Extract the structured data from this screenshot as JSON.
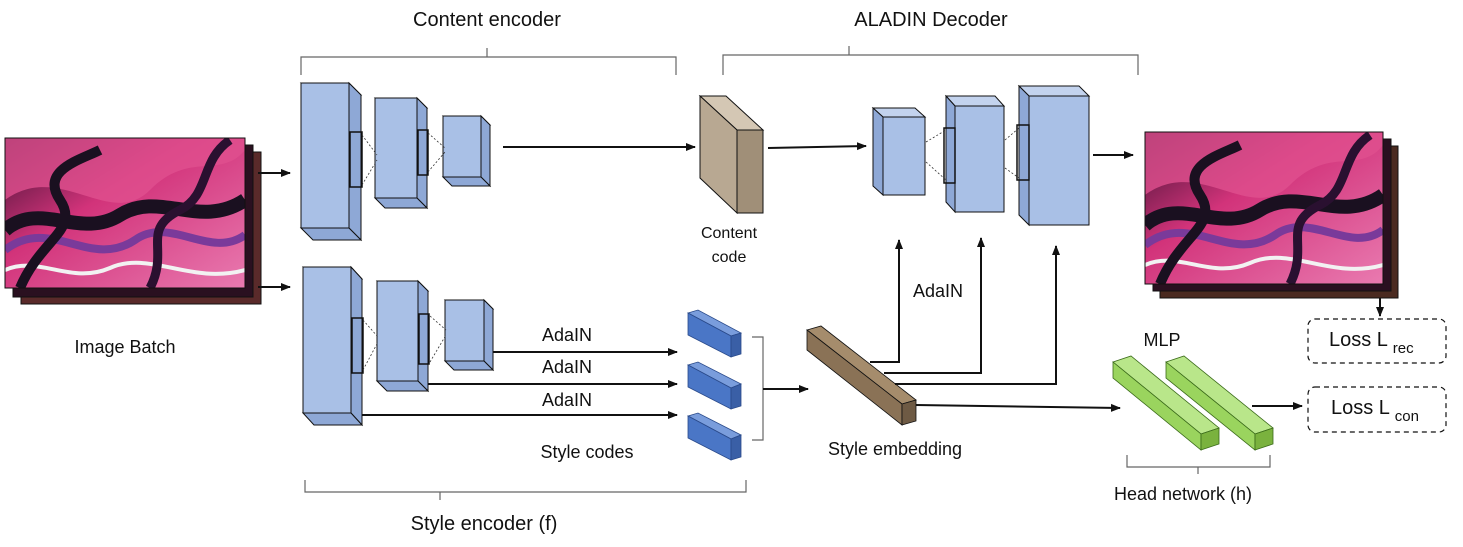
{
  "labels": {
    "content_encoder": "Content encoder",
    "aladin_decoder": "ALADIN Decoder",
    "image_batch": "Image Batch",
    "content_code_line1": "Content",
    "content_code_line2": "code",
    "adain_1": "AdaIN",
    "adain_2": "AdaIN",
    "adain_3": "AdaIN",
    "adain_decoder": "AdaIN",
    "style_codes": "Style codes",
    "style_embedding": "Style embedding",
    "mlp": "MLP",
    "head_network": "Head network (h)",
    "style_encoder": "Style encoder (f)",
    "loss_rec_main": "Loss L",
    "loss_rec_sub": "rec",
    "loss_con_main": "Loss L",
    "loss_con_sub": "con"
  },
  "colors": {
    "block_blue": "#a9c0e6",
    "code_blue": "#4a76c6",
    "content_code_tan": "#b8a892",
    "style_embedding_brown": "#8a7256",
    "mlp_green": "#9ad45e",
    "image_pink": "#d2337a",
    "image_dark": "#1a1020",
    "image_purple": "#7a3a9a"
  }
}
